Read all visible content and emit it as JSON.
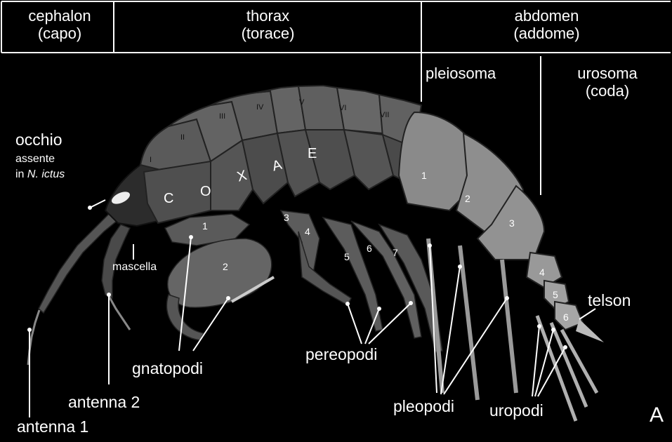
{
  "header": {
    "cephalon": "cephalon",
    "cephalon_it": "(capo)",
    "thorax": "thorax",
    "thorax_it": "(torace)",
    "abdomen": "abdomen",
    "abdomen_it": "(addome)",
    "pleiosoma": "pleiosoma",
    "urosoma": "urosoma",
    "urosoma_it": "(coda)"
  },
  "labels": {
    "occhio": "occhio",
    "assente": "assente",
    "in_n": "in ",
    "n_ictus": "N. ictus",
    "mascella": "mascella",
    "gnatopodi": "gnatopodi",
    "antenna2": "antenna 2",
    "antenna1": "antenna 1",
    "pereopodi": "pereopodi",
    "pleopodi": "pleopodi",
    "uropodi": "uropodi",
    "telson": "telson",
    "panel": "A"
  },
  "segments": {
    "thoracic": [
      "I",
      "II",
      "III",
      "IV",
      "V",
      "VI",
      "VII"
    ],
    "coxae": [
      "C",
      "O",
      "X",
      "A",
      "E"
    ],
    "legs": [
      "1",
      "2",
      "3",
      "4",
      "5",
      "6",
      "7"
    ],
    "abdominal": [
      "1",
      "2",
      "3",
      "4",
      "5",
      "6"
    ]
  }
}
